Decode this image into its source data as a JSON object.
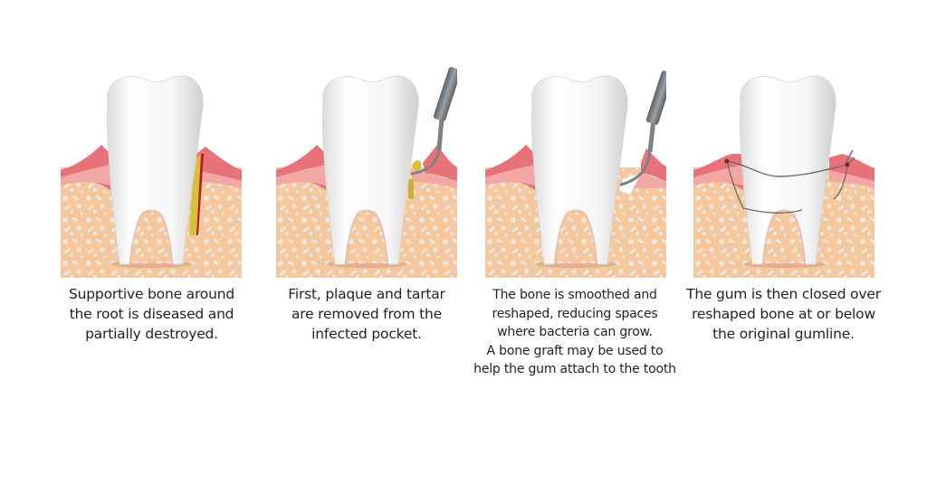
{
  "diagram": {
    "type": "step-sequence",
    "subject": "periodontal pocket reduction surgery",
    "colors": {
      "gum_dark": "#e8727a",
      "gum_light": "#f2a7a4",
      "bone": "#f5c79d",
      "bone_spots": "#ece6df",
      "tooth": "#f7f7f7",
      "tartar": "#d8c13a",
      "instrument": "#7d8286",
      "text": "#231f20"
    },
    "steps": [
      {
        "id": 1,
        "caption_lines": [
          "Supportive bone around",
          "the root is diseased and",
          "partially destroyed."
        ],
        "features": [
          "tooth",
          "gum",
          "bone",
          "infected-pocket-tartar"
        ]
      },
      {
        "id": 2,
        "caption_lines": [
          "First, plaque and tartar",
          "are removed from the",
          "infected pocket."
        ],
        "features": [
          "tooth",
          "gum",
          "bone",
          "tartar",
          "scaler-instrument"
        ]
      },
      {
        "id": 3,
        "caption_lines": [
          "The bone is smoothed and",
          "reshaped, reducing spaces",
          "where bacteria can grow.",
          "A bone graft may be used to",
          "help the gum attach to the tooth"
        ],
        "features": [
          "tooth",
          "gum",
          "reshaped-bone",
          "scaler-instrument"
        ]
      },
      {
        "id": 4,
        "caption_lines": [
          "The gum is then closed over",
          "reshaped bone at or below",
          "the original gumline."
        ],
        "features": [
          "tooth",
          "gum",
          "bone",
          "suture"
        ]
      }
    ]
  }
}
